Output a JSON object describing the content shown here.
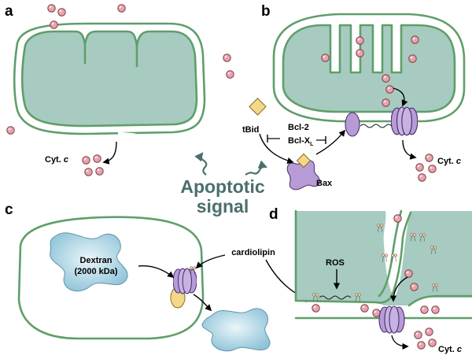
{
  "panels": {
    "a": "a",
    "b": "b",
    "c": "c",
    "d": "d"
  },
  "labels": {
    "cyt_c_a": "Cyt. c",
    "cyt_c_b": "Cyt. c",
    "cyt_c_d": "Cyt. c",
    "tbid": "tBid",
    "bcl2": "Bcl-2",
    "bclxl": "Bcl-X",
    "bclxl_sub": "L",
    "bax": "Bax",
    "apoptotic_line1": "Apoptotic",
    "apoptotic_line2": "signal",
    "dextran_line1": "Dextran",
    "dextran_line2": "(2000 kDa)",
    "cardiolipin": "cardiolipin",
    "ros": "ROS"
  },
  "colors": {
    "matrix": "#a7cbc0",
    "membrane": "#5f9e6a",
    "cytochrome_c": "#e7a3ad",
    "pore": "#b69bd6",
    "tbid": "#f3d88a",
    "dextran": "#9fcfe0",
    "signal_text": "#4a6f6c"
  }
}
